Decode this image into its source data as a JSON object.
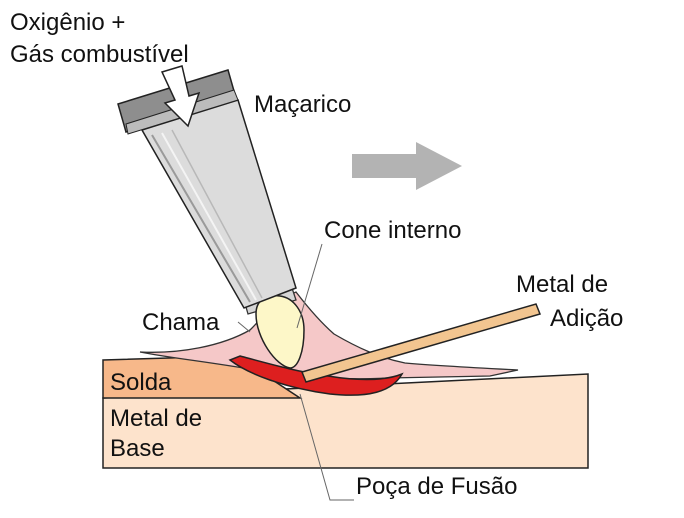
{
  "labels": {
    "gas_line1": "Oxigênio +",
    "gas_line2": "Gás combustível",
    "torch": "Maçarico",
    "inner_cone": "Cone interno",
    "filler_line1": "Metal de",
    "filler_line2": "Adição",
    "flame": "Chama",
    "weld": "Solda",
    "base_line1": "Metal de",
    "base_line2": "Base",
    "weld_pool": "Poça de Fusão"
  },
  "colors": {
    "base_metal": "#fde3cc",
    "weld_bead": "#f7b88a",
    "flame": "#f5c8c8",
    "inner_cone": "#fdf7c8",
    "weld_pool": "#dd1f1f",
    "filler_rod": "#f2c590",
    "torch_body": "#dcdcdc",
    "torch_cap": "#8e8e8e",
    "arrow": "#b3b3b3"
  },
  "icons": {
    "gas_inlet": "down-arrow-icon",
    "travel_direction": "right-arrow-icon"
  }
}
